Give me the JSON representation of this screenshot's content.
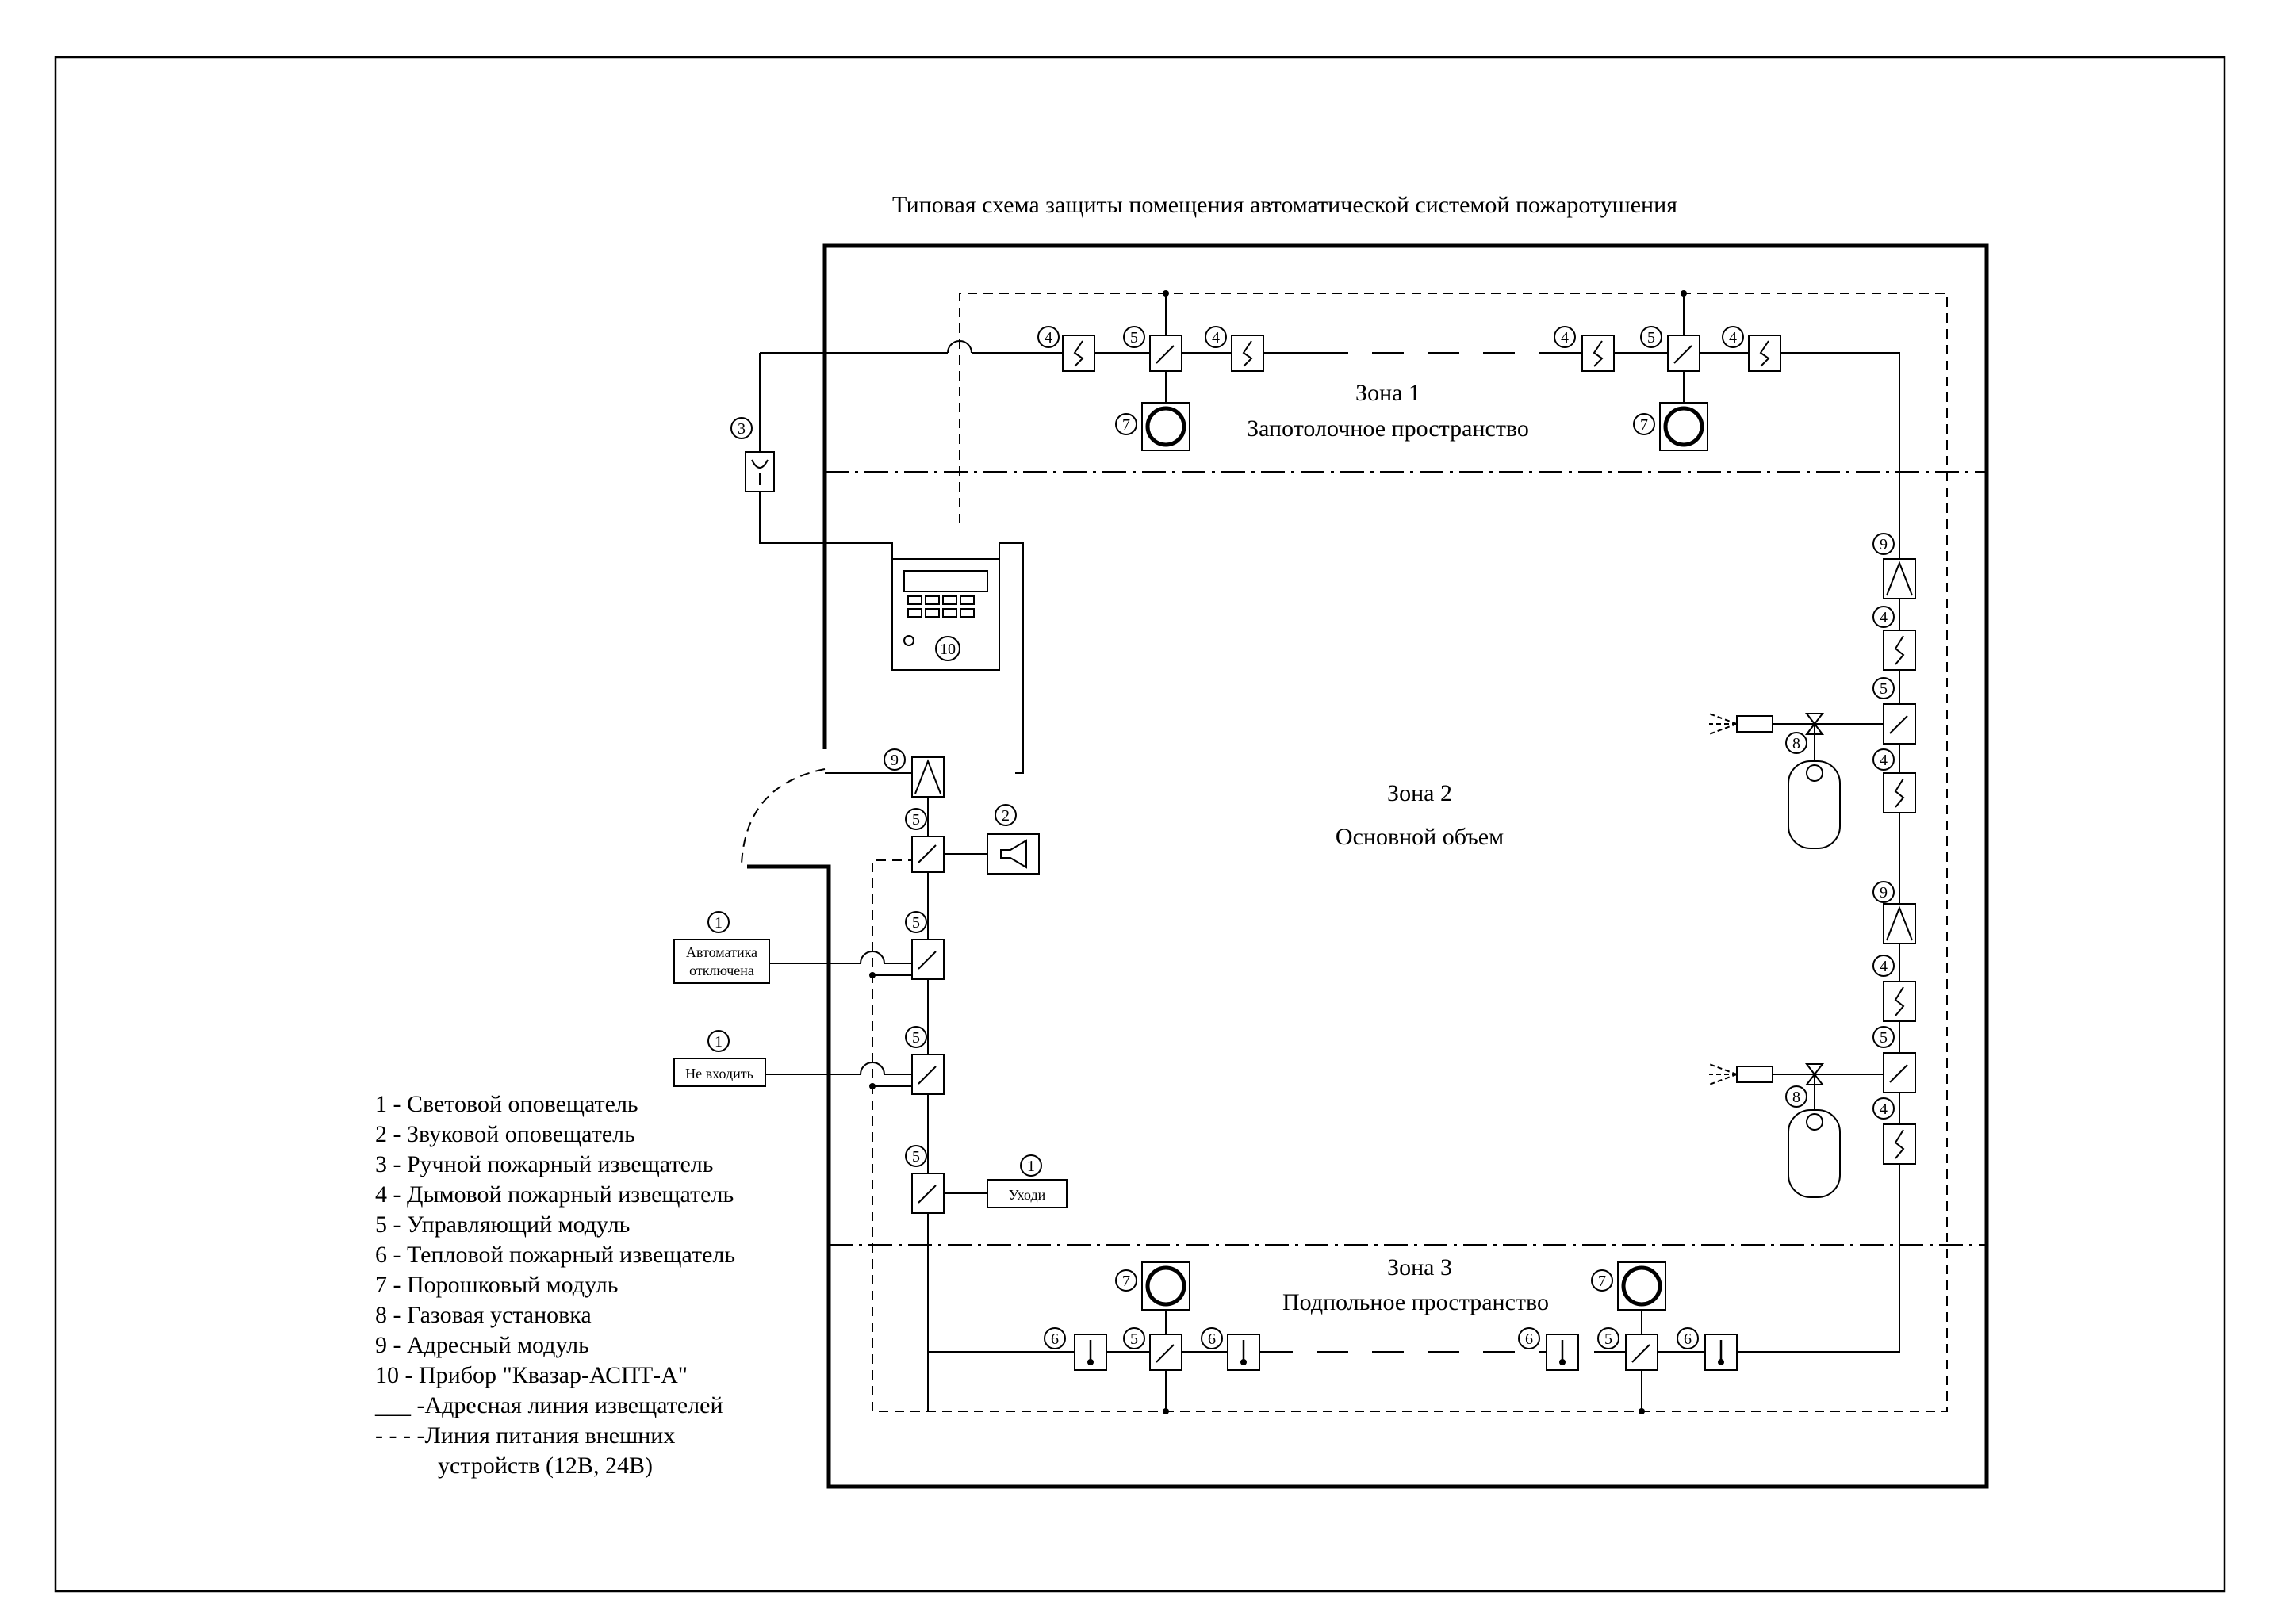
{
  "title": "Типовая схема защиты помещения автоматической системой пожаротушения",
  "zones": {
    "zone1_name": "Зона 1",
    "zone1_desc": "Запотолочное пространство",
    "zone2_name": "Зона 2",
    "zone2_desc": "Основной объем",
    "zone3_name": "Зона 3",
    "zone3_desc": "Подпольное пространство"
  },
  "labels": {
    "auto_off_line1": "Автоматика",
    "auto_off_line2": "отключена",
    "no_entry": "Не входить",
    "leave": "Уходи"
  },
  "numbers": {
    "n1": "1",
    "n2": "2",
    "n3": "3",
    "n4": "4",
    "n5": "5",
    "n6": "6",
    "n7": "7",
    "n8": "8",
    "n9": "9",
    "n10": "10"
  },
  "legend": [
    "1   - Световой оповещатель",
    "2   - Звуковой оповещатель",
    "3   - Ручной пожарный извещатель",
    "4   - Дымовой пожарный извещатель",
    "5   - Управляющий модуль",
    "6   - Тепловой пожарный извещатель",
    "7   - Порошковый модуль",
    "8   - Газовая установка",
    "9   - Адресный модуль",
    "10  - Прибор \"Квазар-АСПТ-А\"",
    "___ -Адресная линия извещателей",
    "- - - -Линия питания внешних",
    "устройств  (12В, 24В)"
  ]
}
